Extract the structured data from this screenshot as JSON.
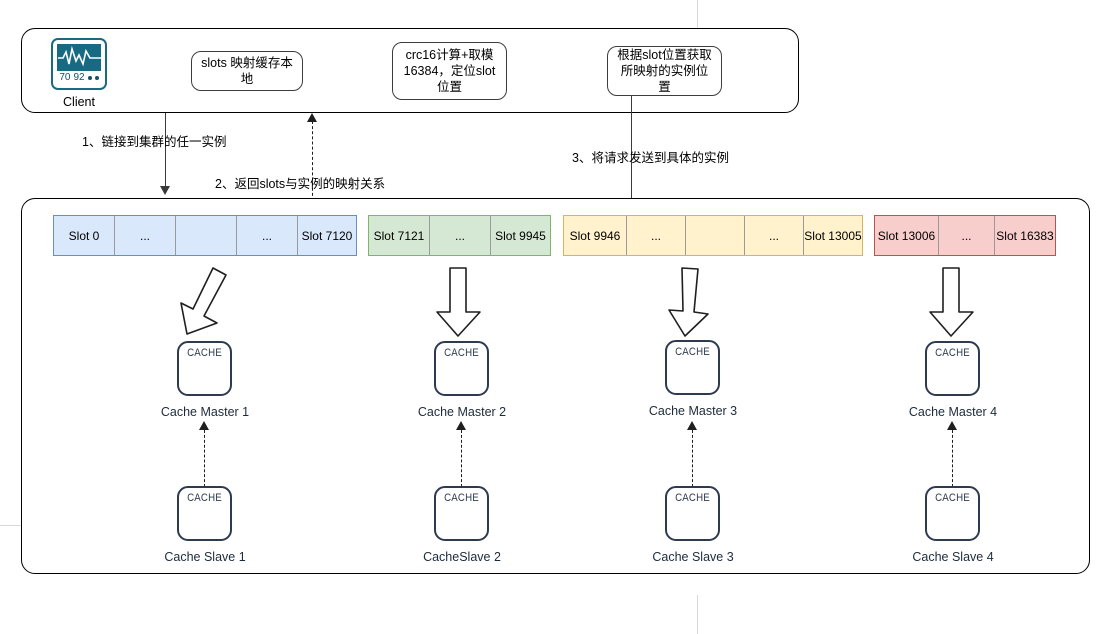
{
  "diagram": {
    "title": "Redis Cluster slot mapping diagram",
    "client": {
      "label": "Client",
      "icon": "monitor-waveform-icon",
      "readout_left": "70",
      "readout_right": "92"
    },
    "notes": [
      {
        "id": "note-slots-cache",
        "text": "slots 映射缓存本地"
      },
      {
        "id": "note-crc16",
        "text": "crc16计算+取模16384，定位slot位置"
      },
      {
        "id": "note-locate-instance",
        "text": "根据slot位置获取所映射的实例位置"
      }
    ],
    "steps": [
      {
        "id": "step-1",
        "text": "1、链接到集群的任一实例"
      },
      {
        "id": "step-2",
        "text": "2、返回slots与实例的映射关系"
      },
      {
        "id": "step-3",
        "text": "3、将请求发送到具体的实例"
      }
    ],
    "slot_groups": [
      {
        "id": "slot-group-1",
        "fill": "#dae8fc",
        "border": "#6c8ebf",
        "cells": [
          "Slot 0",
          "...",
          "",
          "...",
          "Slot 7120"
        ]
      },
      {
        "id": "slot-group-2",
        "fill": "#d5e8d4",
        "border": "#82b366",
        "cells": [
          "Slot 7121",
          "...",
          "Slot 9945"
        ]
      },
      {
        "id": "slot-group-3",
        "fill": "#fff2cc",
        "border": "#d6b656",
        "cells": [
          "Slot 9946",
          "...",
          "",
          "...",
          "Slot 13005"
        ]
      },
      {
        "id": "slot-group-4",
        "fill": "#f8cecc",
        "border": "#b85450",
        "cells": [
          "Slot 13006",
          "...",
          "Slot 16383"
        ]
      }
    ],
    "masters": [
      {
        "id": "cache-master-1",
        "node_text": "CACHE",
        "label": "Cache Master 1"
      },
      {
        "id": "cache-master-2",
        "node_text": "CACHE",
        "label": "Cache Master 2"
      },
      {
        "id": "cache-master-3",
        "node_text": "CACHE",
        "label": "Cache Master 3"
      },
      {
        "id": "cache-master-4",
        "node_text": "CACHE",
        "label": "Cache Master 4"
      }
    ],
    "slaves": [
      {
        "id": "cache-slave-1",
        "node_text": "CACHE",
        "label": "Cache Slave 1"
      },
      {
        "id": "cache-slave-2",
        "node_text": "CACHE",
        "label": "CacheSlave 2"
      },
      {
        "id": "cache-slave-3",
        "node_text": "CACHE",
        "label": "Cache Slave 3"
      },
      {
        "id": "cache-slave-4",
        "node_text": "CACHE",
        "label": "Cache Slave 4"
      }
    ],
    "colors": {
      "node_border": "#2e3b4e",
      "client_accent": "#166b82",
      "connector": "#3a3a3a",
      "guide": "#d8d8d8"
    }
  }
}
